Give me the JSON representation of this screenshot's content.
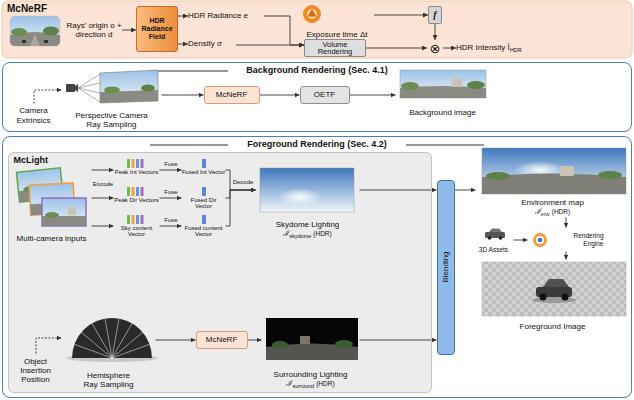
{
  "diagram": {
    "nodes": [
      {
        "text": [
          "McNeRF"
        ]
      },
      {
        "text": [
          "Rays' origin o + direction d"
        ],
        "in": 0
      },
      {
        "text": [
          "HDR Radiance Field"
        ],
        "in": 0
      },
      {
        "text": [
          "HDR Radiance e"
        ],
        "in": 0
      },
      {
        "text": [
          "Density σ"
        ],
        "in": 0
      },
      {
        "text": [
          "Exposure time Δt"
        ],
        "in": 0
      },
      {
        "text": [
          "f"
        ],
        "in": 0
      },
      {
        "text": [
          "Volume Rendering"
        ],
        "in": 0
      },
      {
        "text": [
          "⊗"
        ],
        "in": 0
      },
      {
        "text": [
          "HDR Intensity Î",
          "HDR"
        ],
        "in": 0
      },
      {
        "text": [
          "Background Rendering (Sec. 4.1)"
        ]
      },
      {
        "text": [
          "Camera Extrinsics"
        ],
        "in": 10
      },
      {
        "text": [
          "Perspective Camera Ray Sampling"
        ],
        "in": 10
      },
      {
        "text": [
          "McNeRF"
        ],
        "in": 10
      },
      {
        "text": [
          "OETF"
        ],
        "in": 10
      },
      {
        "text": [
          "Background image"
        ],
        "in": 10
      },
      {
        "text": [
          "Foreground Rendering (Sec. 4.2)"
        ]
      },
      {
        "text": [
          "McLight"
        ],
        "in": 16
      },
      {
        "text": [
          "Multi-camera inputs"
        ],
        "in": 17
      },
      {
        "text": [
          "Peak Int Vectors"
        ],
        "in": 17
      },
      {
        "text": [
          "Peak Dir Vectors"
        ],
        "in": 17
      },
      {
        "text": [
          "Sky content Vector"
        ],
        "in": 17
      },
      {
        "text": [
          "Fused Int Vector"
        ],
        "in": 17
      },
      {
        "text": [
          "Fused Dir Vector"
        ],
        "in": 17
      },
      {
        "text": [
          "Fused content Vector"
        ],
        "in": 17
      },
      {
        "text": [
          "Skydome Lighting",
          "ℐ",
          "skydome",
          "(HDR)"
        ],
        "in": 17
      },
      {
        "text": [
          "Object Insertion Position"
        ],
        "in": 17
      },
      {
        "text": [
          "Hemisphere Ray Sampling"
        ],
        "in": 17
      },
      {
        "text": [
          "McNeRF"
        ],
        "in": 17
      },
      {
        "text": [
          "Surrounding Lighting",
          "ℐ",
          "surround",
          "(HDR)"
        ],
        "in": 17
      },
      {
        "text": [
          "Blending"
        ],
        "in": 16
      },
      {
        "text": [
          "Environment map",
          "ℐ",
          "env",
          "(HDR)"
        ],
        "in": 16
      },
      {
        "text": [
          "3D Assets"
        ],
        "in": 16
      },
      {
        "text": [
          "Rendering Engine"
        ],
        "in": 16
      },
      {
        "text": [
          "Foreground Image"
        ],
        "in": 16
      }
    ],
    "edges": [
      {
        "from": 1,
        "to": 2,
        "arrow": "to"
      },
      {
        "from": 2,
        "to": 3,
        "arrow": "to"
      },
      {
        "from": 2,
        "to": 4,
        "arrow": "to"
      },
      {
        "from": 3,
        "to": 7,
        "arrow": "to"
      },
      {
        "from": 4,
        "to": 7,
        "arrow": "to"
      },
      {
        "from": 5,
        "to": 6,
        "arrow": "to"
      },
      {
        "from": 6,
        "to": 8,
        "arrow": "to"
      },
      {
        "from": 7,
        "to": 8,
        "arrow": "to"
      },
      {
        "from": 8,
        "to": 9,
        "arrow": "to"
      },
      {
        "from": 11,
        "to": 12,
        "arrow": "to"
      },
      {
        "from": 12,
        "to": 13,
        "arrow": "to"
      },
      {
        "from": 13,
        "to": 14,
        "arrow": "to"
      },
      {
        "from": 14,
        "to": 15,
        "arrow": "to"
      },
      {
        "from": 18,
        "to": 19,
        "arrow": "to"
      },
      {
        "from": 18,
        "to": 20,
        "arrow": "to",
        "label": "Encode"
      },
      {
        "from": 18,
        "to": 21,
        "arrow": "to"
      },
      {
        "from": 19,
        "to": 22,
        "arrow": "to",
        "label": "Fuse"
      },
      {
        "from": 20,
        "to": 23,
        "arrow": "to",
        "label": "Fuse"
      },
      {
        "from": 21,
        "to": 24,
        "arrow": "to",
        "label": "Fuse"
      },
      {
        "from": 22,
        "to": 25,
        "arrow": "to"
      },
      {
        "from": 23,
        "to": 25,
        "arrow": "to",
        "label": "Decode"
      },
      {
        "from": 24,
        "to": 25,
        "arrow": "to"
      },
      {
        "from": 26,
        "to": 27,
        "arrow": "to"
      },
      {
        "from": 27,
        "to": 28,
        "arrow": "to"
      },
      {
        "from": 28,
        "to": 29,
        "arrow": "to"
      },
      {
        "from": 25,
        "to": 30,
        "arrow": "to"
      },
      {
        "from": 29,
        "to": 30,
        "arrow": "to"
      },
      {
        "from": 30,
        "to": 31,
        "arrow": "to"
      },
      {
        "from": 31,
        "to": 33,
        "arrow": "to"
      },
      {
        "from": 32,
        "to": 33,
        "arrow": "to"
      },
      {
        "from": 33,
        "to": 34,
        "arrow": "to"
      }
    ]
  }
}
